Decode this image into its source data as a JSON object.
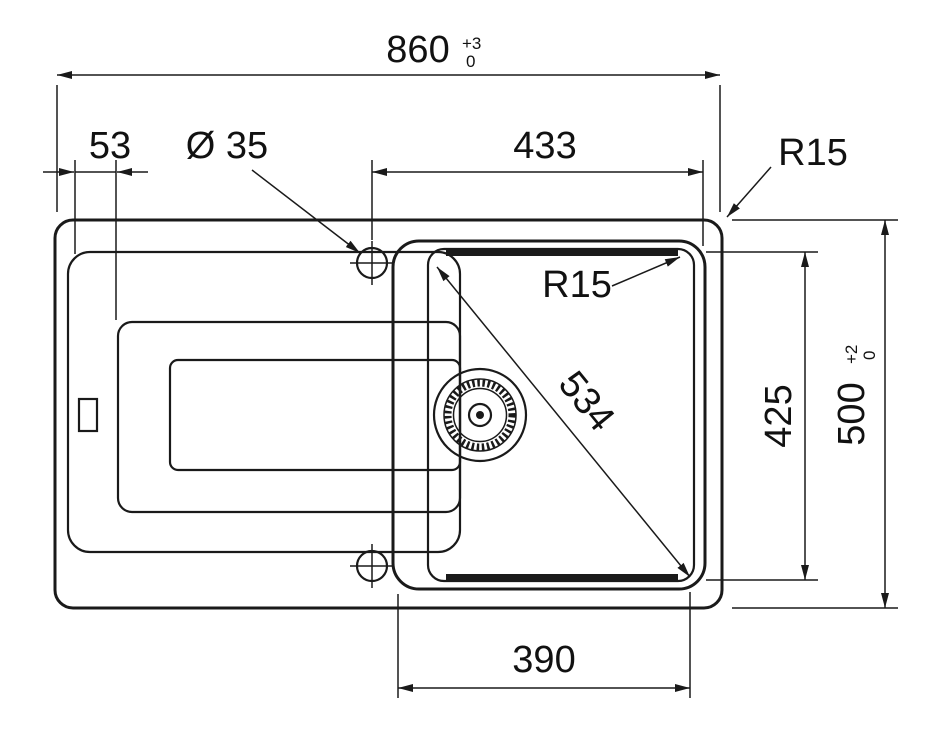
{
  "drawing": {
    "title": "sink-top-view-technical-drawing",
    "dims": {
      "overall_width": "860",
      "overall_width_tol_upper": "+3",
      "overall_width_tol_lower": "0",
      "left_edge_offset": "53",
      "tap_hole_diameter": "Ø 35",
      "tap_center_to_bowl_edge": "433",
      "outer_corner_radius": "R15",
      "bowl_corner_radius": "R15",
      "bowl_diagonal": "534",
      "bowl_inner_depth": "425",
      "overall_depth": "500",
      "overall_depth_tol_upper": "+2",
      "overall_depth_tol_lower": "0",
      "bowl_inner_width": "390"
    },
    "colors": {
      "line": "#1a1a1a",
      "background": "#ffffff"
    }
  }
}
